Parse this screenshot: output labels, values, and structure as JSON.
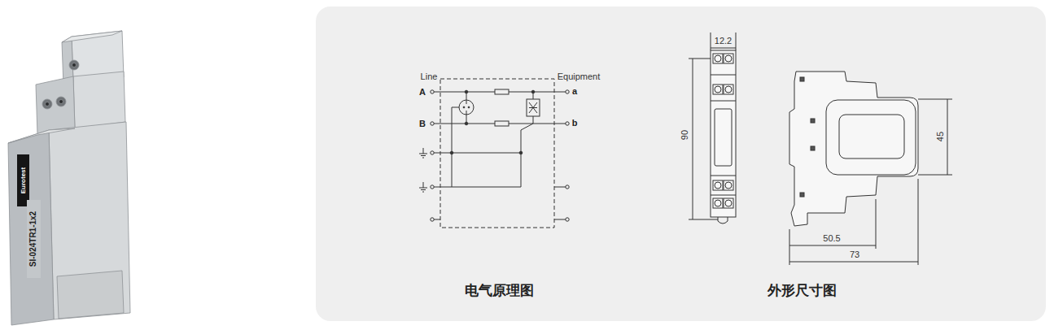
{
  "diagram": {
    "labels": [
      "SI-024TR1-1x2",
      "Eurotest",
      "Line",
      "Equipment",
      "A",
      "B",
      "a",
      "b",
      "12.2",
      "90",
      "45",
      "50.5",
      "73",
      "电气原理图",
      "外形尺寸图"
    ]
  }
}
